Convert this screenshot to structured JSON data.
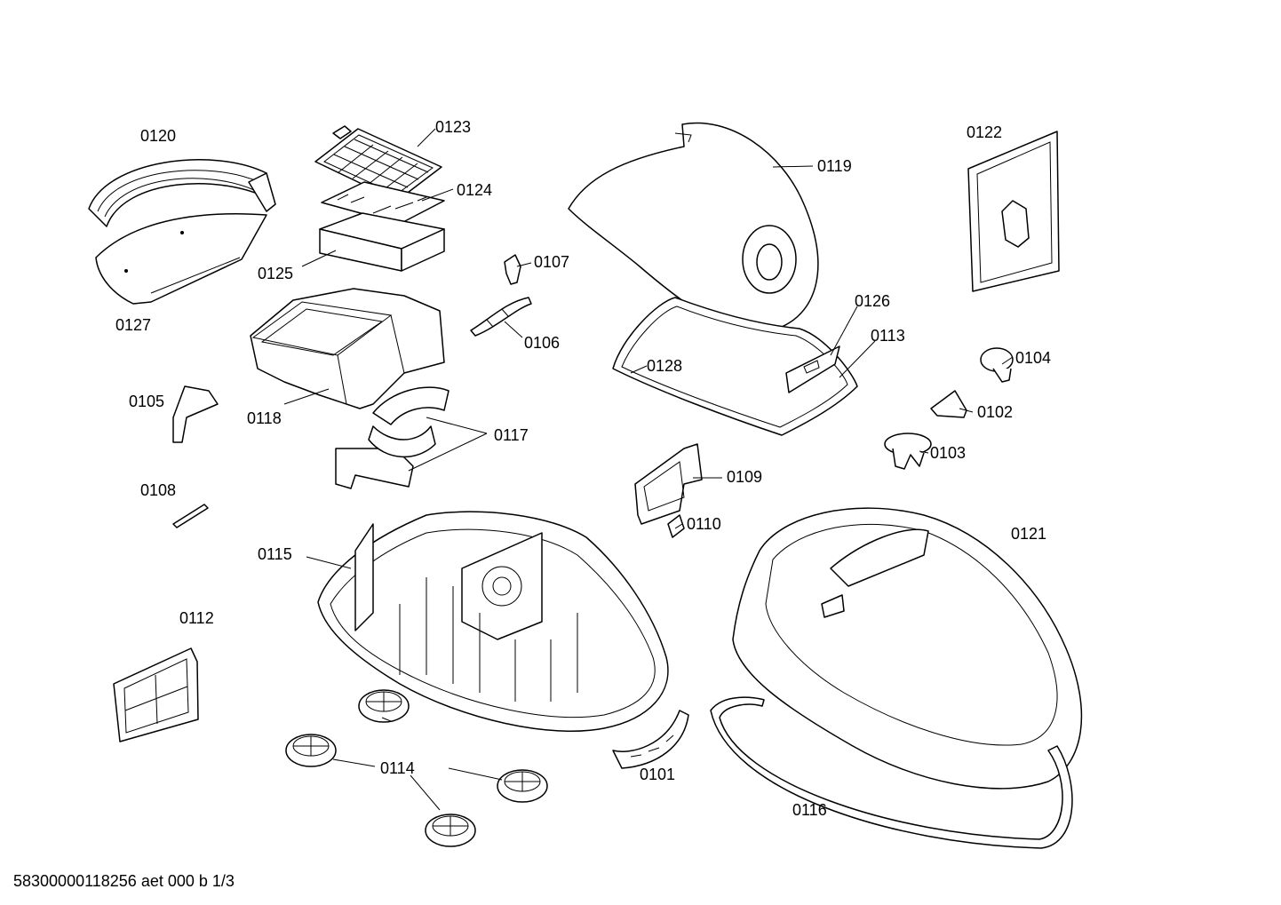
{
  "diagram": {
    "labels": {
      "p0101": "0101",
      "p0102": "0102",
      "p0103": "0103",
      "p0104": "0104",
      "p0105": "0105",
      "p0106": "0106",
      "p0107": "0107",
      "p0108": "0108",
      "p0109": "0109",
      "p0110": "0110",
      "p0112": "0112",
      "p0113": "0113",
      "p0114": "0114",
      "p0115": "0115",
      "p0116": "0116",
      "p0117": "0117",
      "p0118": "0118",
      "p0119": "0119",
      "p0120": "0120",
      "p0121": "0121",
      "p0122": "0122",
      "p0123": "0123",
      "p0124": "0124",
      "p0125": "0125",
      "p0126": "0126",
      "p0127": "0127",
      "p0128": "0128"
    },
    "footer": "58300000118256 aet 000 b 1/3"
  }
}
